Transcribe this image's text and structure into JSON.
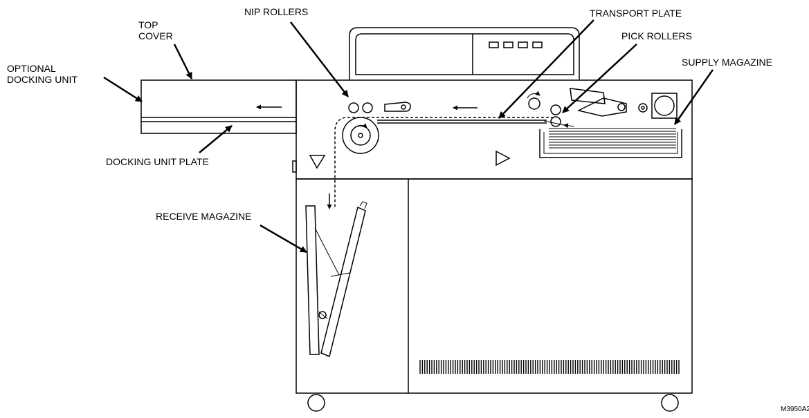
{
  "diagram": {
    "labels": {
      "top_cover": [
        "TOP",
        "COVER"
      ],
      "optional_docking_unit": [
        "OPTIONAL",
        "DOCKING UNIT"
      ],
      "nip_rollers": "NIP ROLLERS",
      "transport_plate": "TRANSPORT PLATE",
      "pick_rollers": "PICK ROLLERS",
      "supply_magazine": "SUPPLY MAGAZINE",
      "docking_unit_plate": "DOCKING UNIT PLATE",
      "receive_magazine": "RECEIVE MAGAZINE",
      "figure_id": "M3950A2"
    }
  }
}
